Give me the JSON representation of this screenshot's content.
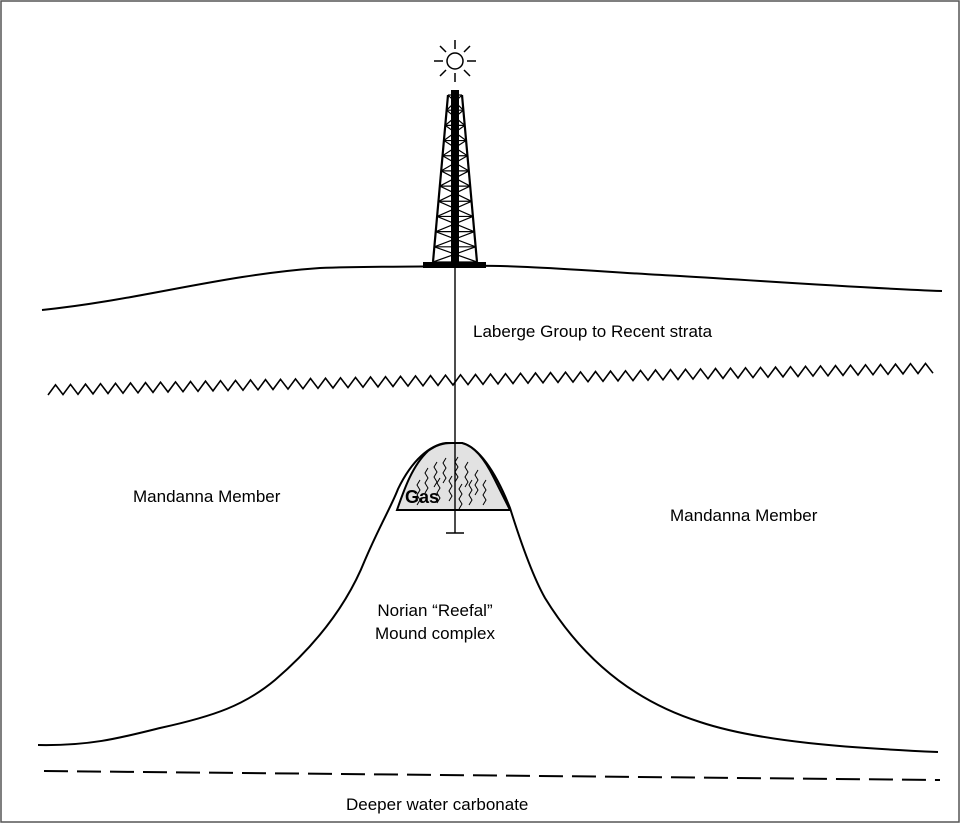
{
  "diagram": {
    "labels": {
      "upper_strata": "Laberge Group to Recent strata",
      "member_left": "Mandanna Member",
      "member_right": "Mandanna Member",
      "reef_line1": "Norian “Reefal”",
      "reef_line2": "Mound complex",
      "gas": "Gas",
      "basal_unit": "Deeper water carbonate"
    },
    "icons": [
      "sun-icon",
      "drilling-rig-icon"
    ],
    "colors": {
      "line": "#000000",
      "gas_fill": "#e2e2e2",
      "background": "#ffffff",
      "frame": "#555555"
    }
  }
}
